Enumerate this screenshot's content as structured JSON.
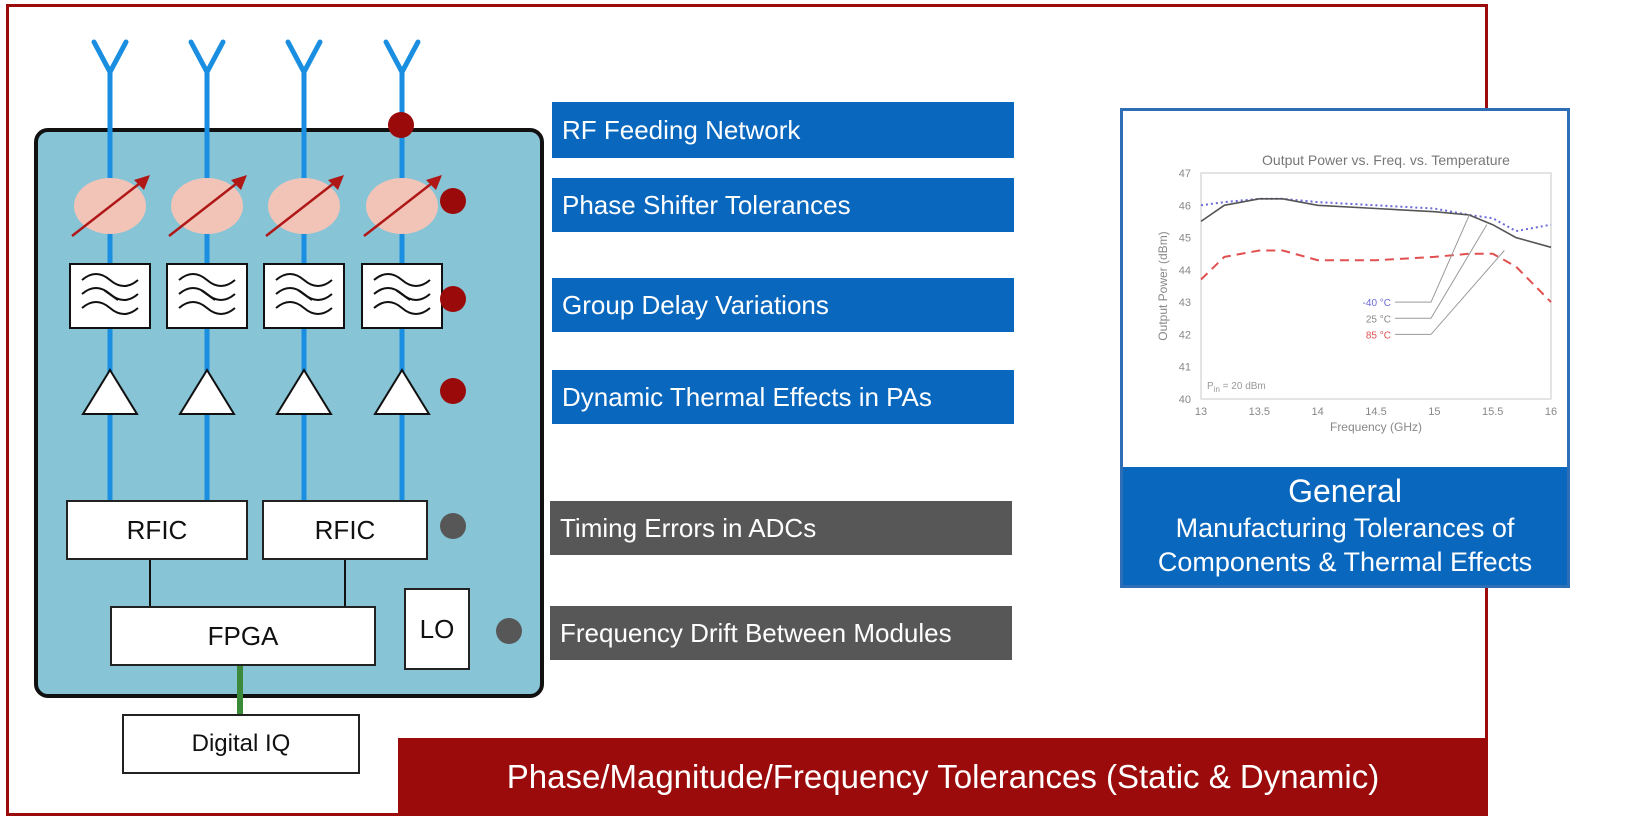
{
  "diagram": {
    "blocks": {
      "rfic_1": "RFIC",
      "rfic_2": "RFIC",
      "fpga": "FPGA",
      "lo": "LO",
      "digital_iq": "Digital IQ"
    },
    "labels": {
      "rf_feeding": "RF Feeding Network",
      "phase_shifter": "Phase Shifter Tolerances",
      "group_delay": "Group Delay Variations",
      "thermal_pa": "Dynamic Thermal Effects in PAs",
      "timing_adc": "Timing Errors in ADCs",
      "freq_drift": "Frequency Drift Between Modules"
    },
    "footer": "Phase/Magnitude/Frequency Tolerances (Static & Dynamic)",
    "general_caption": {
      "title": "General",
      "line1": "Manufacturing Tolerances of",
      "line2": "Components & Thermal Effects"
    },
    "colors": {
      "frame": "#9c0b0b",
      "module_fill": "#86c4d6",
      "signal_line": "#1a8ee0",
      "label_blue": "#0a67be",
      "label_gray": "#575757",
      "marker_red": "#9b0a0a"
    }
  },
  "chart_data": {
    "type": "line",
    "title": "Output Power vs. Freq. vs. Temperature",
    "xlabel": "Frequency (GHz)",
    "ylabel": "Output Power (dBm)",
    "xlim": [
      13,
      16
    ],
    "ylim": [
      40,
      47
    ],
    "xticks": [
      "13",
      "13.5",
      "14",
      "14.5",
      "15",
      "15.5",
      "16"
    ],
    "yticks": [
      "40",
      "41",
      "42",
      "43",
      "44",
      "45",
      "46",
      "47"
    ],
    "annotation": "P_in = 20 dBm",
    "annotation_prefix": "P",
    "annotation_sub": "in",
    "annotation_suffix": " = 20 dBm",
    "series": [
      {
        "name": "-40 °C",
        "color": "#6a6ad8",
        "dash": "dotted",
        "x": [
          13,
          13.2,
          13.5,
          13.7,
          14,
          14.5,
          15,
          15.3,
          15.5,
          15.7,
          16
        ],
        "y": [
          46.0,
          46.1,
          46.2,
          46.2,
          46.1,
          46.0,
          45.9,
          45.7,
          45.6,
          45.2,
          45.4
        ]
      },
      {
        "name": "25 °C",
        "color": "#555555",
        "dash": "solid",
        "x": [
          13,
          13.2,
          13.5,
          13.7,
          14,
          14.5,
          15,
          15.3,
          15.5,
          15.7,
          16
        ],
        "y": [
          45.5,
          46.0,
          46.2,
          46.2,
          46.0,
          45.9,
          45.8,
          45.7,
          45.4,
          45.0,
          44.7
        ]
      },
      {
        "name": "85 °C",
        "color": "#e05050",
        "dash": "dashed",
        "x": [
          13,
          13.2,
          13.5,
          13.7,
          14,
          14.5,
          15,
          15.3,
          15.5,
          15.7,
          16
        ],
        "y": [
          43.7,
          44.4,
          44.6,
          44.6,
          44.3,
          44.3,
          44.4,
          44.5,
          44.5,
          44.1,
          43.0
        ]
      }
    ]
  }
}
